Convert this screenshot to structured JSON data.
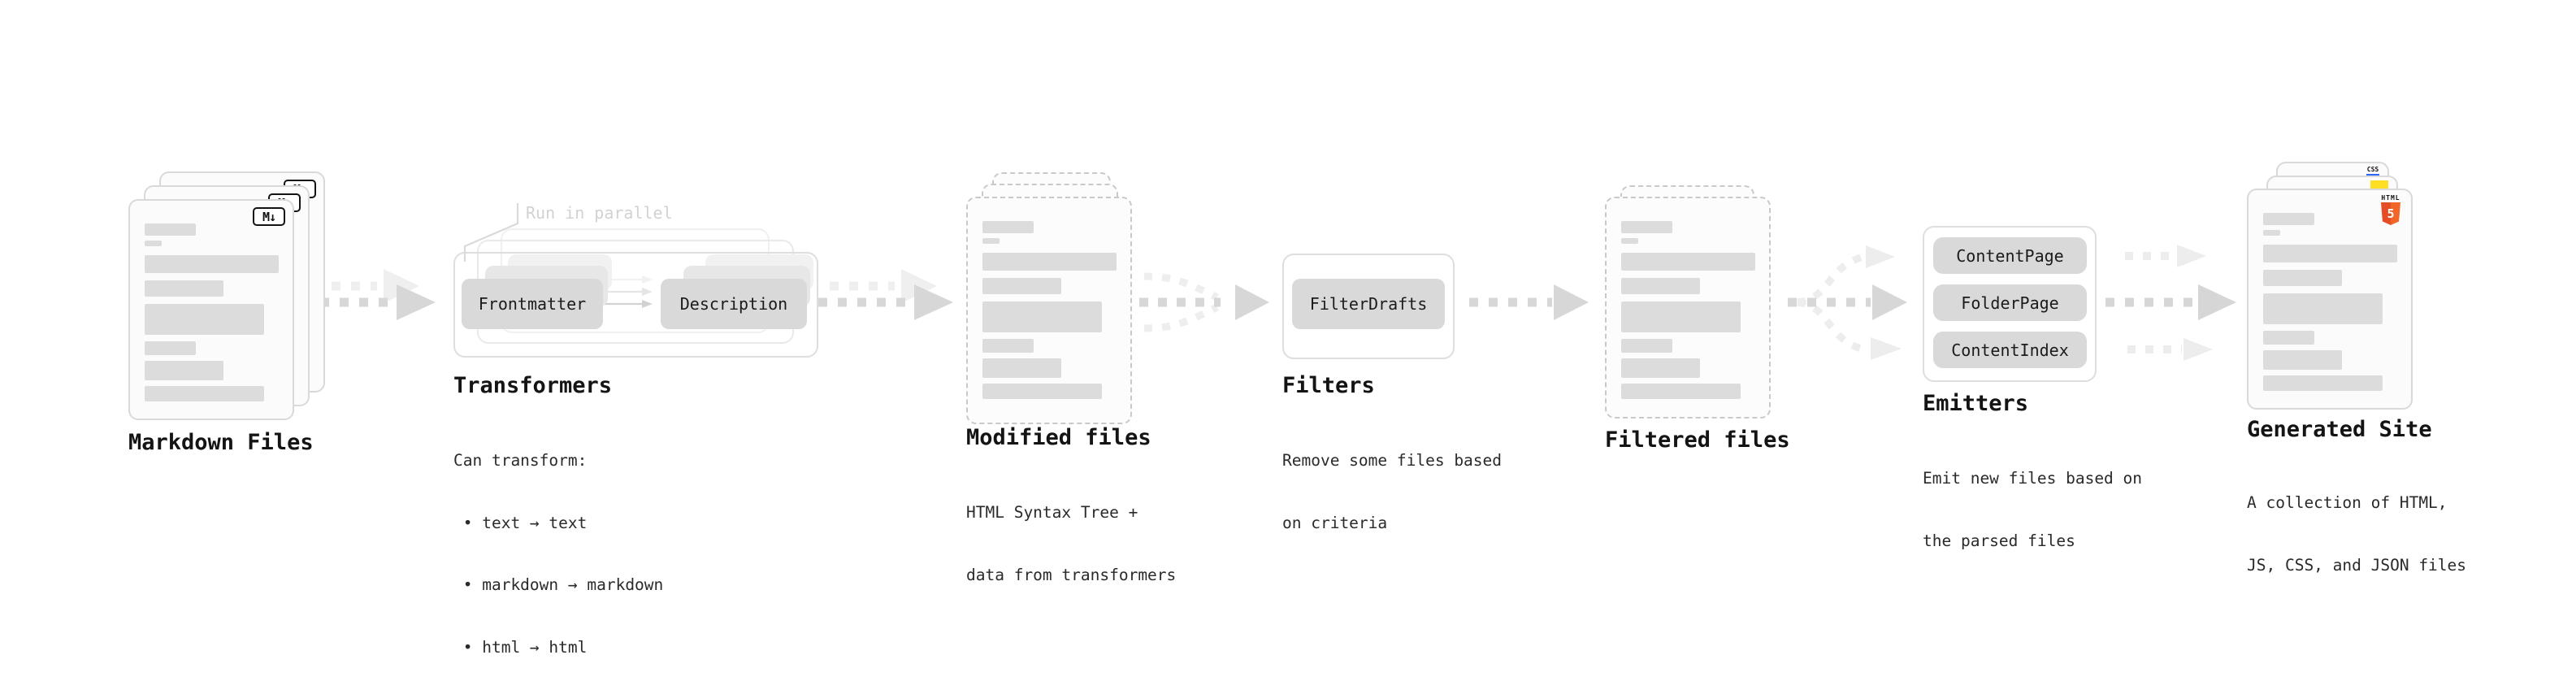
{
  "stages": {
    "markdown_files": {
      "title": "Markdown Files",
      "badge": "M↓"
    },
    "transformers": {
      "title": "Transformers",
      "note": "Run in parallel",
      "pills": [
        "Frontmatter",
        "Description"
      ],
      "subtitle_lines": [
        "Can transform:",
        " • text → text",
        " • markdown → markdown",
        " • html → html"
      ]
    },
    "modified_files": {
      "title": "Modified files",
      "subtitle_lines": [
        "HTML Syntax Tree +",
        "data from transformers"
      ]
    },
    "filters": {
      "title": "Filters",
      "pills": [
        "FilterDrafts"
      ],
      "subtitle_lines": [
        "Remove some files based",
        "on criteria"
      ]
    },
    "filtered_files": {
      "title": "Filtered files"
    },
    "emitters": {
      "title": "Emitters",
      "pills": [
        "ContentPage",
        "FolderPage",
        "ContentIndex"
      ],
      "subtitle_lines": [
        "Emit new files based on",
        "the parsed files"
      ]
    },
    "generated_site": {
      "title": "Generated Site",
      "subtitle_lines": [
        "A collection of HTML,",
        "JS, CSS, and JSON files"
      ],
      "badges": {
        "css_label": "CSS",
        "html_label": "HTML",
        "html_number": "5"
      }
    }
  },
  "colors": {
    "arrow_dark": "#d6d6d6",
    "arrow_light": "#eeeeee",
    "bar_fill": "#dcdcdc",
    "pill_fill": "#d9d9d9",
    "note_text": "#d2d2d2",
    "title_text": "#141414",
    "html5_orange": "#f16529",
    "css_blue": "#2b66f6",
    "js_yellow": "#ffdf24"
  }
}
